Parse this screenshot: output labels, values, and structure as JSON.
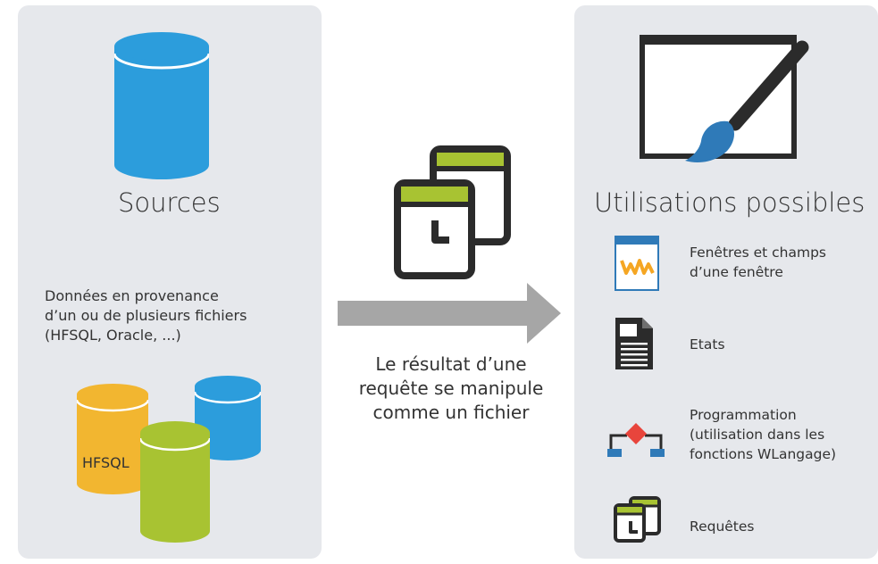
{
  "colors": {
    "panel_bg": "#e6e8ec",
    "db_blue": "#2c9ddc",
    "db_yellow": "#f2b630",
    "db_green": "#a8c332",
    "arrow_gray": "#a6a6a6",
    "dark": "#2b2b2b",
    "brush_blue": "#2f7ab8",
    "wm_orange": "#f5a623",
    "diamond_red": "#e8453c"
  },
  "sources": {
    "title": "Sources",
    "description_lines": [
      "Données en provenance",
      "d’un ou de plusieurs fichiers",
      "(HFSQL, Oracle, ...)"
    ],
    "hfsql_label": "HFSQL",
    "icon": "database-icon"
  },
  "middle": {
    "icon": "query-files-icon",
    "caption_lines": [
      "Le résultat d’une",
      "requête se manipule",
      "comme un fichier"
    ]
  },
  "uses": {
    "title": "Utilisations possibles",
    "icon": "window-paintbrush-icon",
    "items": [
      {
        "icon": "wm-window-icon",
        "label_lines": [
          "Fenêtres et champs",
          "d’une fenêtre"
        ]
      },
      {
        "icon": "report-document-icon",
        "label_lines": [
          "Etats"
        ]
      },
      {
        "icon": "flowchart-icon",
        "label_lines": [
          "Programmation",
          "(utilisation dans les",
          "fonctions WLangage)"
        ]
      },
      {
        "icon": "query-icon",
        "label_lines": [
          "Requêtes"
        ]
      }
    ]
  }
}
